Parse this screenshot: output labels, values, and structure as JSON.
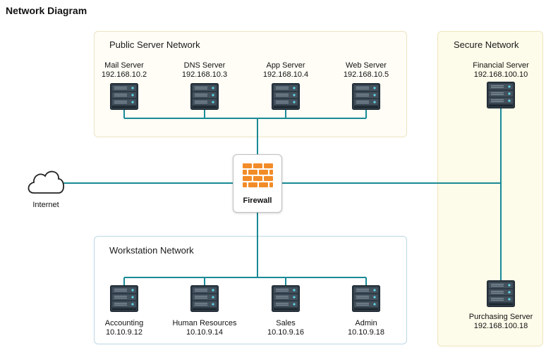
{
  "title": "Network Diagram",
  "zones": {
    "public": "Public Server Network",
    "secure": "Secure Network",
    "workstation": "Workstation Network"
  },
  "public_servers": [
    {
      "name": "Mail Server",
      "ip": "192.168.10.2"
    },
    {
      "name": "DNS Server",
      "ip": "192.168.10.3"
    },
    {
      "name": "App Server",
      "ip": "192.168.10.4"
    },
    {
      "name": "Web Server",
      "ip": "192.168.10.5"
    }
  ],
  "secure_servers": [
    {
      "name": "Financial Server",
      "ip": "192.168.100.10"
    },
    {
      "name": "Purchasing Server",
      "ip": "192.168.100.18"
    }
  ],
  "workstations": [
    {
      "name": "Accounting",
      "ip": "10.10.9.12"
    },
    {
      "name": "Human Resources",
      "ip": "10.10.9.14"
    },
    {
      "name": "Sales",
      "ip": "10.10.9.16"
    },
    {
      "name": "Admin",
      "ip": "10.10.9.18"
    }
  ],
  "firewall": {
    "label": "Firewall",
    "icon": "brick-wall-icon",
    "color": "#f28c28"
  },
  "internet": {
    "label": "Internet",
    "icon": "cloud-icon"
  },
  "link_color": "#1a8a96"
}
